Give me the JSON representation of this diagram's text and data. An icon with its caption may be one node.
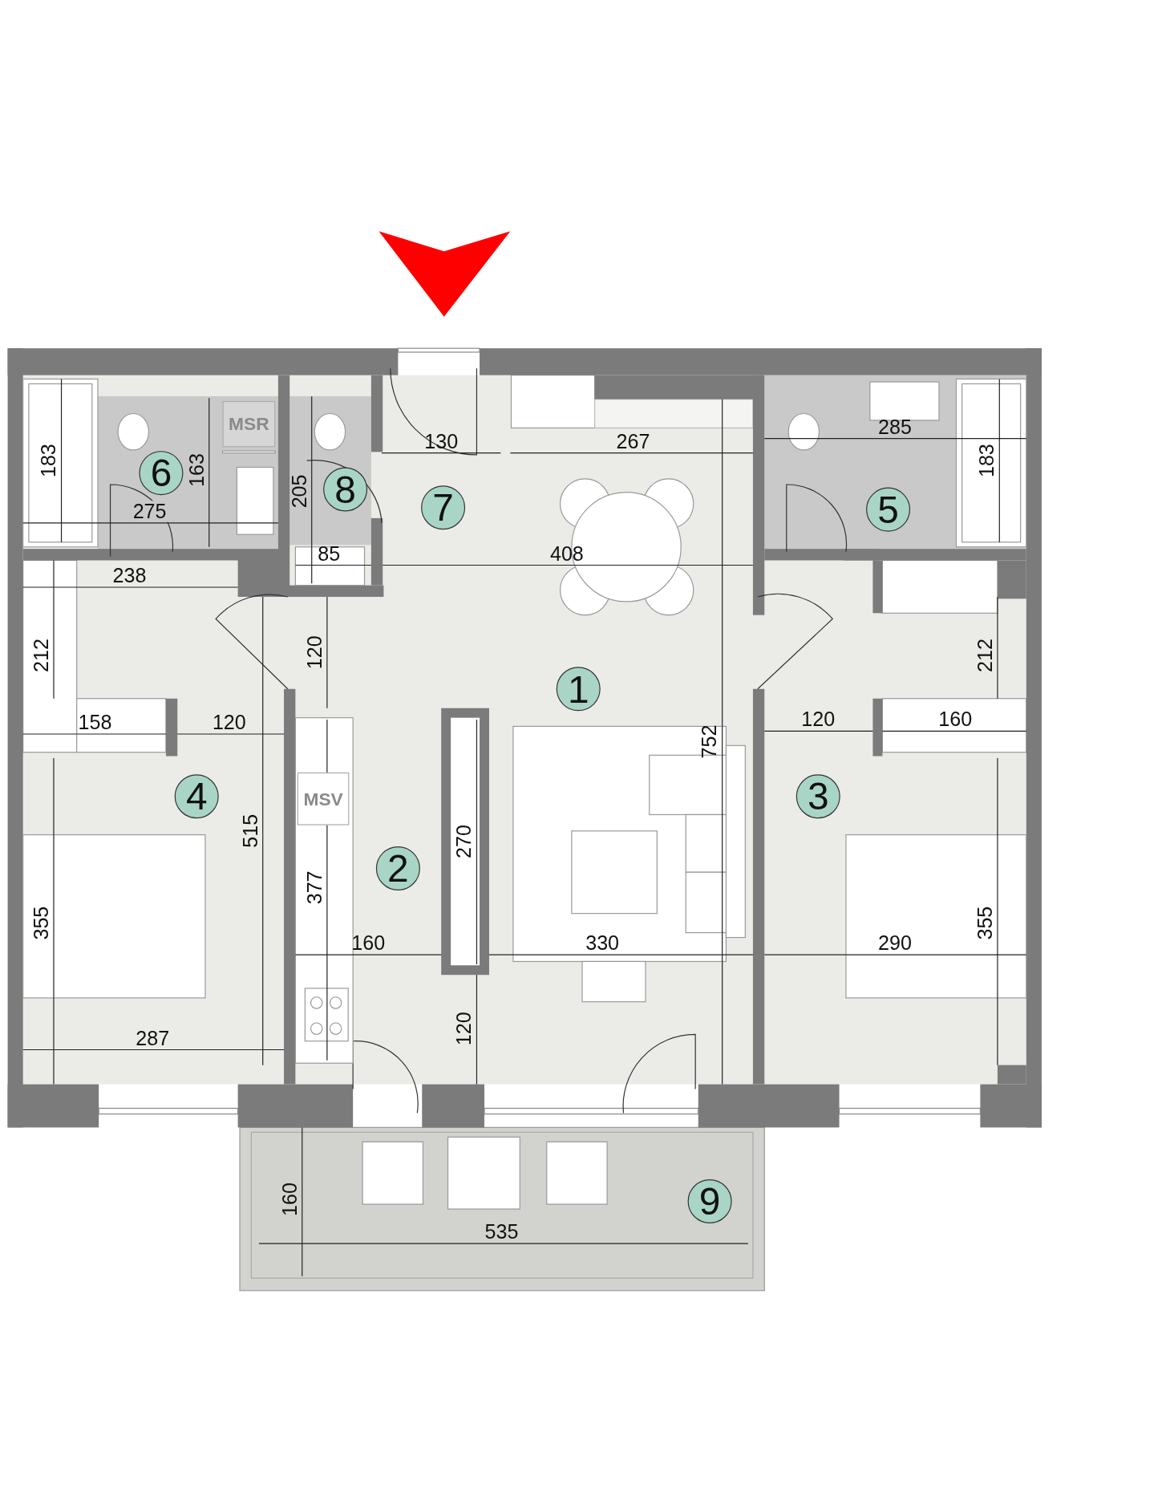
{
  "diagram": {
    "nodes": [
      {
        "text": [
          "1"
        ]
      },
      {
        "text": [
          "2"
        ]
      },
      {
        "text": [
          "3"
        ]
      },
      {
        "text": [
          "4"
        ]
      },
      {
        "text": [
          "5"
        ]
      },
      {
        "text": [
          "6"
        ]
      },
      {
        "text": [
          "7"
        ]
      },
      {
        "text": [
          "8"
        ]
      },
      {
        "text": [
          "9"
        ]
      },
      {
        "text": [
          "MSR"
        ]
      },
      {
        "text": [
          "MSV"
        ]
      }
    ],
    "labels": [
      "130",
      "267",
      "285",
      "183",
      "163",
      "183",
      "205",
      "275",
      "85",
      "408",
      "238",
      "212",
      "120",
      "212",
      "158",
      "120",
      "120",
      "160",
      "752",
      "515",
      "270",
      "377",
      "355",
      "160",
      "330",
      "290",
      "355",
      "287",
      "120",
      "160",
      "535"
    ]
  }
}
